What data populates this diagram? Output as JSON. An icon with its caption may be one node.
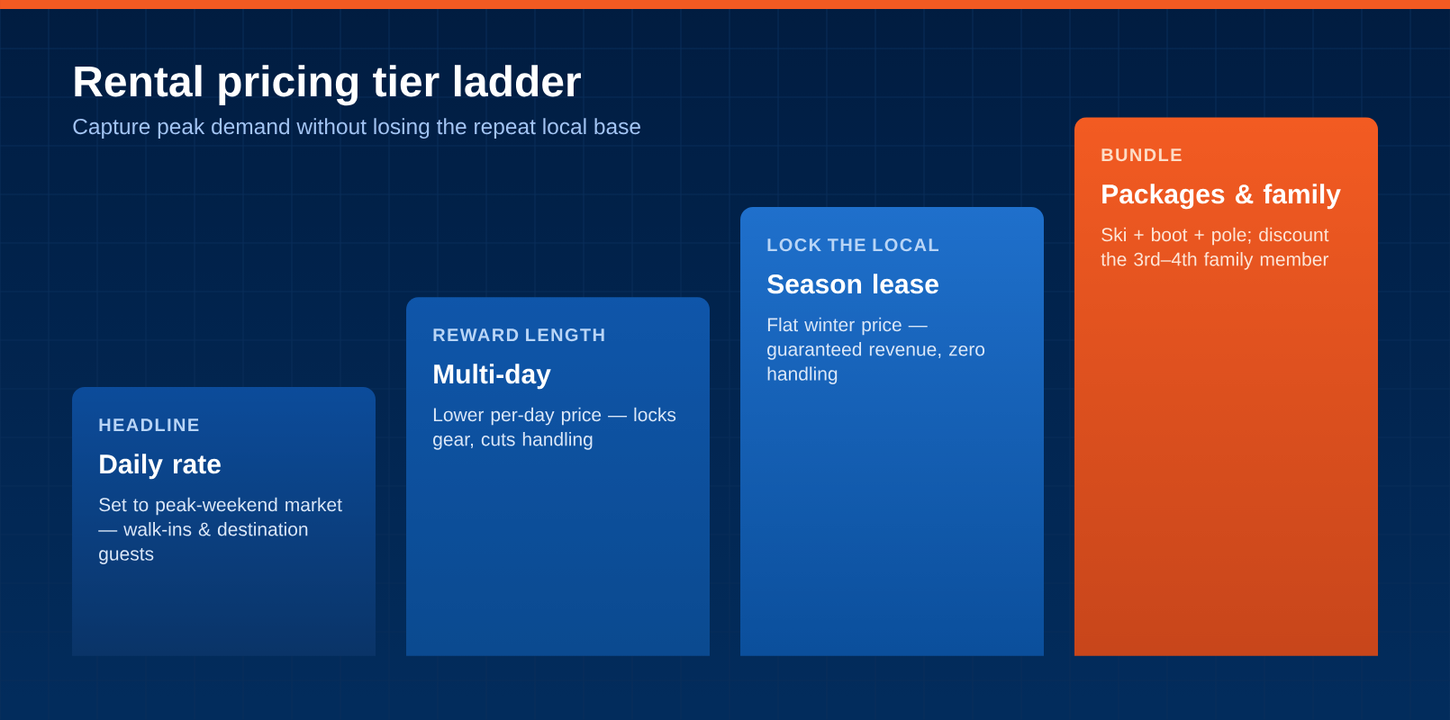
{
  "diagram": {
    "title": "Rental pricing tier ladder",
    "labels": [
      "Capture peak demand without losing the repeat local base"
    ],
    "nodes": [
      {
        "text": [
          "HEADLINE",
          "Daily rate",
          "Set to peak-weekend market — walk-ins & destination guests"
        ]
      },
      {
        "text": [
          "REWARD LENGTH",
          "Multi-day",
          "Lower per-day price — locks gear, cuts handling"
        ]
      },
      {
        "text": [
          "LOCK THE LOCAL",
          "Season lease",
          "Flat winter price — guaranteed revenue, zero handling"
        ]
      },
      {
        "text": [
          "BUNDLE",
          "Packages & family",
          "Ski + boot + pole; discount the 3rd–4th family member"
        ]
      }
    ]
  }
}
